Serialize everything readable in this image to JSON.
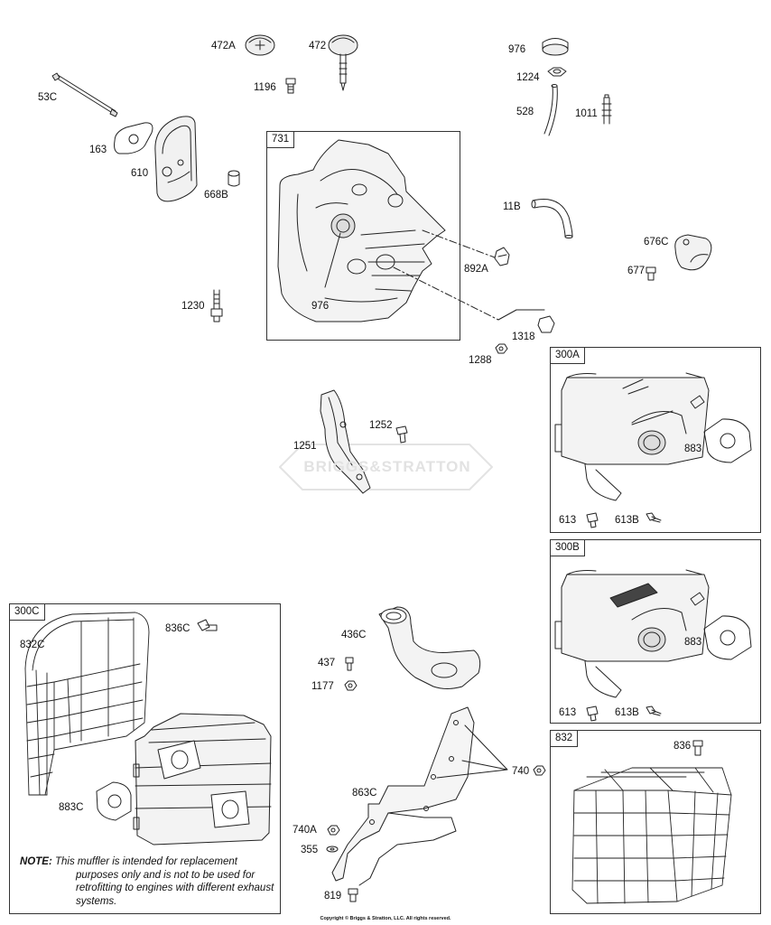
{
  "groups": {
    "g731": "731",
    "g300A": "300A",
    "g300B": "300B",
    "g300C": "300C",
    "g832": "832"
  },
  "labels": {
    "l472A": "472A",
    "l472": "472",
    "l1196": "1196",
    "l976top": "976",
    "l1224": "1224",
    "l528": "528",
    "l1011": "1011",
    "l53C": "53C",
    "l163": "163",
    "l610": "610",
    "l668B": "668B",
    "l976": "976",
    "l11B": "11B",
    "l676C": "676C",
    "l677": "677",
    "l892A": "892A",
    "l1230": "1230",
    "l1318": "1318",
    "l1288": "1288",
    "l1252": "1252",
    "l1251": "1251",
    "l883a": "883",
    "l613a": "613",
    "l613Ba": "613B",
    "l883b": "883",
    "l613b": "613",
    "l613Bb": "613B",
    "l836C": "836C",
    "l832C": "832C",
    "l883C": "883C",
    "l436C": "436C",
    "l437": "437",
    "l1177": "1177",
    "l740": "740",
    "l863C": "863C",
    "l740A": "740A",
    "l355": "355",
    "l819": "819",
    "l836": "836"
  },
  "note": {
    "lead": "NOTE:",
    "first": "This muffler is intended for replacement",
    "rest": "purposes only and is not to be used for retrofitting to engines with different exhaust systems."
  },
  "watermark": "BRIGGS&STRATTON",
  "copyright": "Copyright © Briggs & Stratton, LLC. All rights reserved."
}
